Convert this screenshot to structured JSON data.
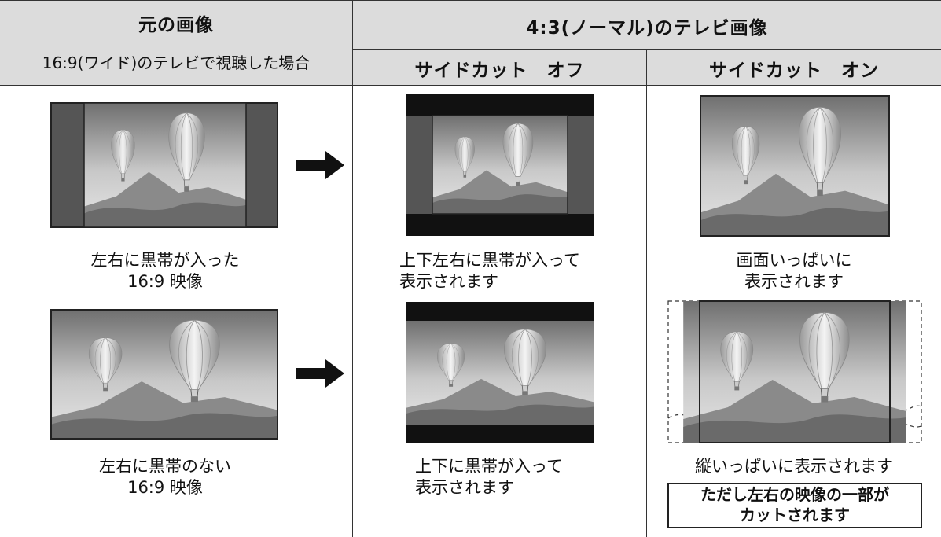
{
  "header": {
    "original_title": "元の画像",
    "original_subtitle": "16:9(ワイド)のテレビで視聴した場合",
    "tv_title": "4:3(ノーマル)のテレビ画像",
    "side_cut_off": "サイドカット　オフ",
    "side_cut_on": "サイドカット　オン"
  },
  "rows": [
    {
      "original_caption_1": "左右に黒帯が入った",
      "original_caption_2": "16:9 映像",
      "off_caption_1": "上下左右に黒帯が入って",
      "off_caption_2": "表示されます",
      "on_caption_1": "画面いっぱいに",
      "on_caption_2": "表示されます"
    },
    {
      "original_caption_1": "左右に黒帯のない",
      "original_caption_2": "16:9 映像",
      "off_caption_1": "上下に黒帯が入って",
      "off_caption_2": "表示されます",
      "on_caption_1": "縦いっぱいに表示されます",
      "note_1": "ただし左右の映像の一部が",
      "note_2": "カットされます"
    }
  ],
  "icons": {
    "arrow": "right-arrow-icon",
    "image": "hot-air-balloon-image"
  }
}
